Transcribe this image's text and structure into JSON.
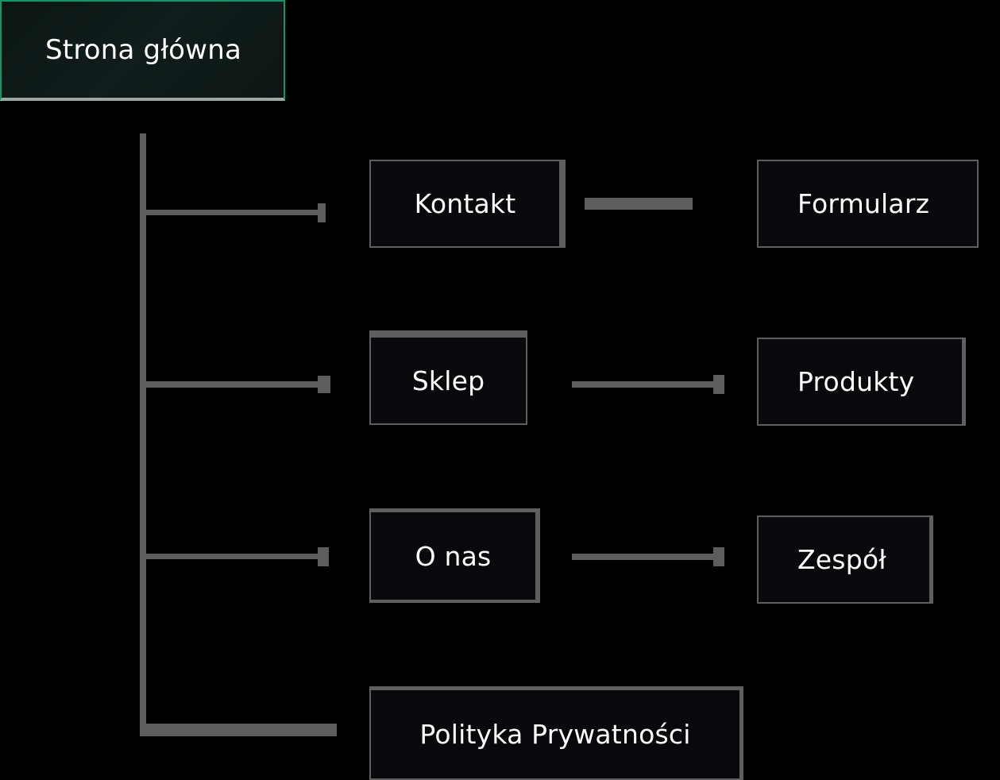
{
  "diagram": {
    "root": {
      "label": "Strona główna"
    },
    "branches": [
      {
        "label": "Kontakt",
        "child": "Formularz"
      },
      {
        "label": "Sklep",
        "child": "Produkty"
      },
      {
        "label": "O nas",
        "child": "Zespół"
      },
      {
        "label": "Polityka Prywatności",
        "child": ""
      }
    ]
  },
  "colors": {
    "background": "#000000",
    "node_fill": "#07090c",
    "node_border": "#5f5f5f",
    "connector": "#5d5d5d",
    "root_accent": "#1e8f6a",
    "text": "#ffffff"
  }
}
